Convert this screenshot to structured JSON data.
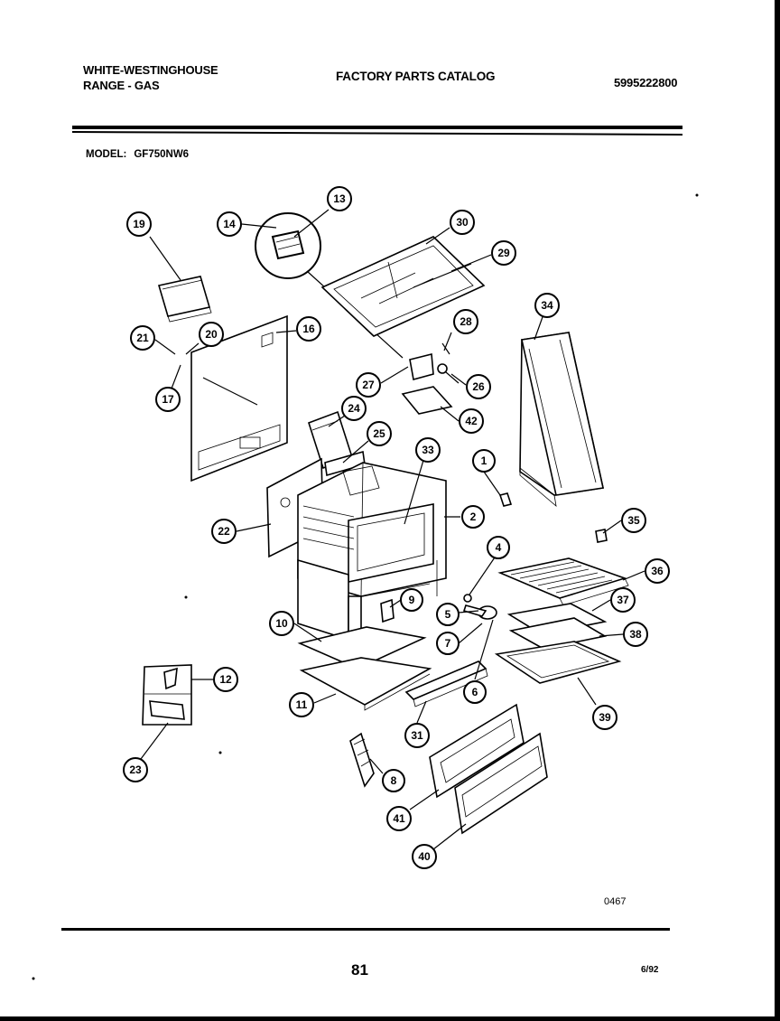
{
  "header": {
    "brand_line1": "WHITE-WESTINGHOUSE",
    "brand_line2": "RANGE - GAS",
    "catalog_title": "FACTORY PARTS CATALOG",
    "catalog_number": "5995222800"
  },
  "model": {
    "label": "MODEL:",
    "number": "GF750NW6"
  },
  "callouts": [
    "1",
    "2",
    "4",
    "5",
    "6",
    "7",
    "8",
    "9",
    "10",
    "11",
    "12",
    "13",
    "14",
    "16",
    "17",
    "19",
    "20",
    "21",
    "22",
    "23",
    "24",
    "25",
    "26",
    "27",
    "28",
    "29",
    "30",
    "31",
    "33",
    "34",
    "35",
    "36",
    "37",
    "38",
    "39",
    "40",
    "41",
    "42"
  ],
  "footer": {
    "drawing_code": "0467",
    "page": "81",
    "date": "6/92"
  }
}
